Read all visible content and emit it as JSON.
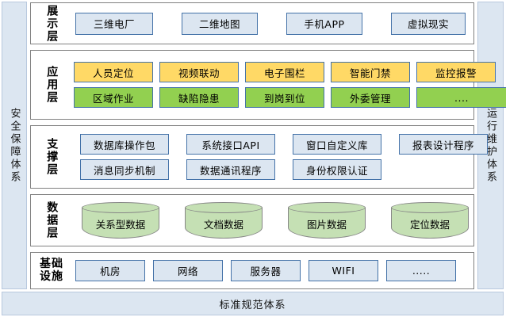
{
  "rails": {
    "left": {
      "label": "安全保障体系"
    },
    "right": {
      "label": "运行维护体系"
    }
  },
  "bottom_bar": {
    "label": "标准规范体系"
  },
  "layers": [
    {
      "key": "presentation",
      "label": "展示层",
      "nodes": [
        "三维电厂",
        "二维地图",
        "手机APP",
        "虚拟现实"
      ]
    },
    {
      "key": "application",
      "label": "应用层",
      "row1": [
        "人员定位",
        "视频联动",
        "电子围栏",
        "智能门禁",
        "监控报警"
      ],
      "row2": [
        "区域作业",
        "缺陷隐患",
        "到岗到位",
        "外委管理",
        "...."
      ]
    },
    {
      "key": "support",
      "label": "支撑层",
      "row1": [
        "数据库操作包",
        "系统接口API",
        "窗口自定义库",
        "报表设计程序"
      ],
      "row2": [
        "消息同步机制",
        "数据通讯程序",
        "身份权限认证"
      ]
    },
    {
      "key": "data",
      "label": "数据层",
      "nodes": [
        "关系型数据",
        "文档数据",
        "图片数据",
        "定位数据"
      ]
    },
    {
      "key": "infrastructure",
      "label": "基础\n设施",
      "nodes": [
        "机房",
        "网络",
        "服务器",
        "WIFI",
        "....."
      ]
    }
  ],
  "colors": {
    "rail_fill": "#dce6f1",
    "rail_border": "#b8c8de",
    "panel_border": "#808080",
    "node_blue_fill": "#dce6f1",
    "node_yellow_fill": "#ffd966",
    "node_green_fill": "#92d050",
    "node_border": "#4472a8",
    "cylinder_fill": "#c5e0b4",
    "cylinder_border": "#868686"
  }
}
